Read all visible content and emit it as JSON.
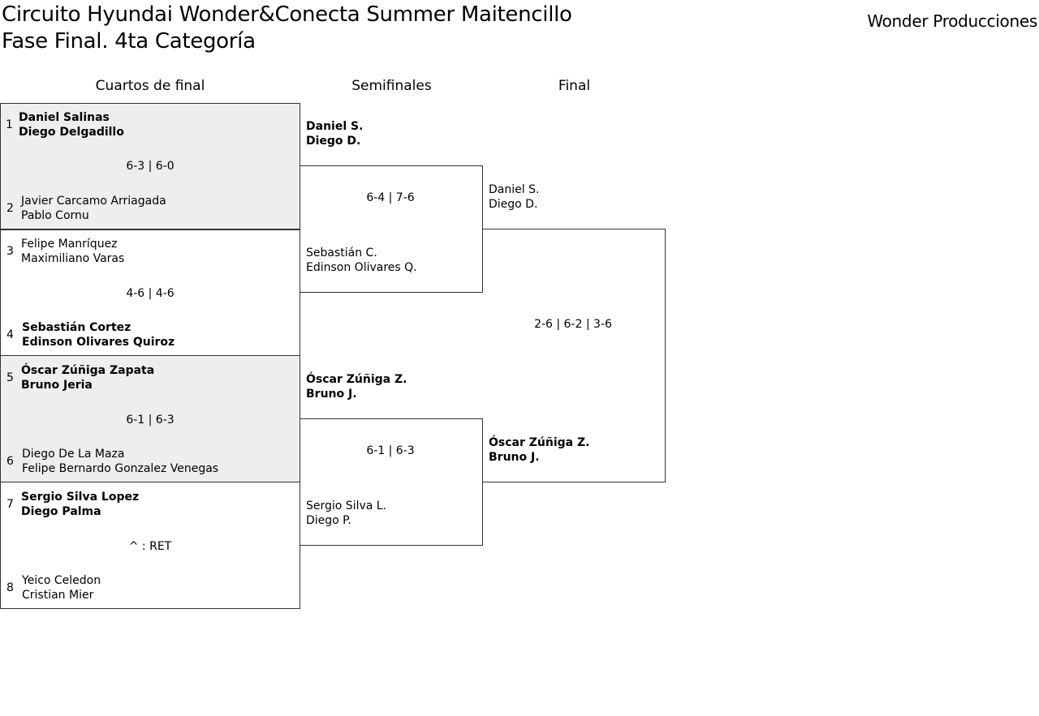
{
  "header": {
    "title_line1": "Circuito Hyundai Wonder&Conecta Summer Maitencillo",
    "title_line2": "Fase Final. 4ta Categoría",
    "organizer": "Wonder Producciones"
  },
  "rounds": {
    "quarterfinals": "Cuartos de final",
    "semifinals": "Semifinales",
    "final": "Final"
  },
  "quarterfinals": [
    {
      "seed_a": "1",
      "team_a": [
        "Daniel Salinas",
        "Diego Delgadillo"
      ],
      "seed_b": "2",
      "team_b": [
        "Javier Carcamo Arriagada",
        "Pablo Cornu"
      ],
      "score": "6-3 | 6-0",
      "winner": "a"
    },
    {
      "seed_a": "3",
      "team_a": [
        "Felipe Manríquez",
        "Maximiliano Varas"
      ],
      "seed_b": "4",
      "team_b": [
        "Sebastián Cortez",
        "Edinson Olivares Quiroz"
      ],
      "score": "4-6 | 4-6",
      "winner": "b"
    },
    {
      "seed_a": "5",
      "team_a": [
        "Óscar Zúñiga Zapata",
        "Bruno Jeria"
      ],
      "seed_b": "6",
      "team_b": [
        "Diego De La Maza",
        "Felipe Bernardo Gonzalez Venegas"
      ],
      "score": "6-1 | 6-3",
      "winner": "a"
    },
    {
      "seed_a": "7",
      "team_a": [
        "Sergio Silva Lopez",
        "Diego Palma"
      ],
      "seed_b": "8",
      "team_b": [
        "Yeico Celedon",
        "Cristian Mier"
      ],
      "score": "^ : RET",
      "winner": "a"
    }
  ],
  "semifinals": [
    {
      "team_a": [
        "Daniel S.",
        "Diego D."
      ],
      "team_b": [
        "Sebastián C.",
        "Edinson Olivares Q."
      ],
      "score": "6-4 | 7-6",
      "winner": "a"
    },
    {
      "team_a": [
        "Óscar Zúñiga Z.",
        "Bruno J."
      ],
      "team_b": [
        "Sergio Silva L.",
        "Diego P."
      ],
      "score": "6-1 | 6-3",
      "winner": "a"
    }
  ],
  "final": {
    "team_a": [
      "Daniel S.",
      "Diego D."
    ],
    "team_b": [
      "Óscar Zúñiga Z.",
      "Bruno J."
    ],
    "score": "2-6 | 6-2 | 3-6",
    "winner": "b"
  }
}
